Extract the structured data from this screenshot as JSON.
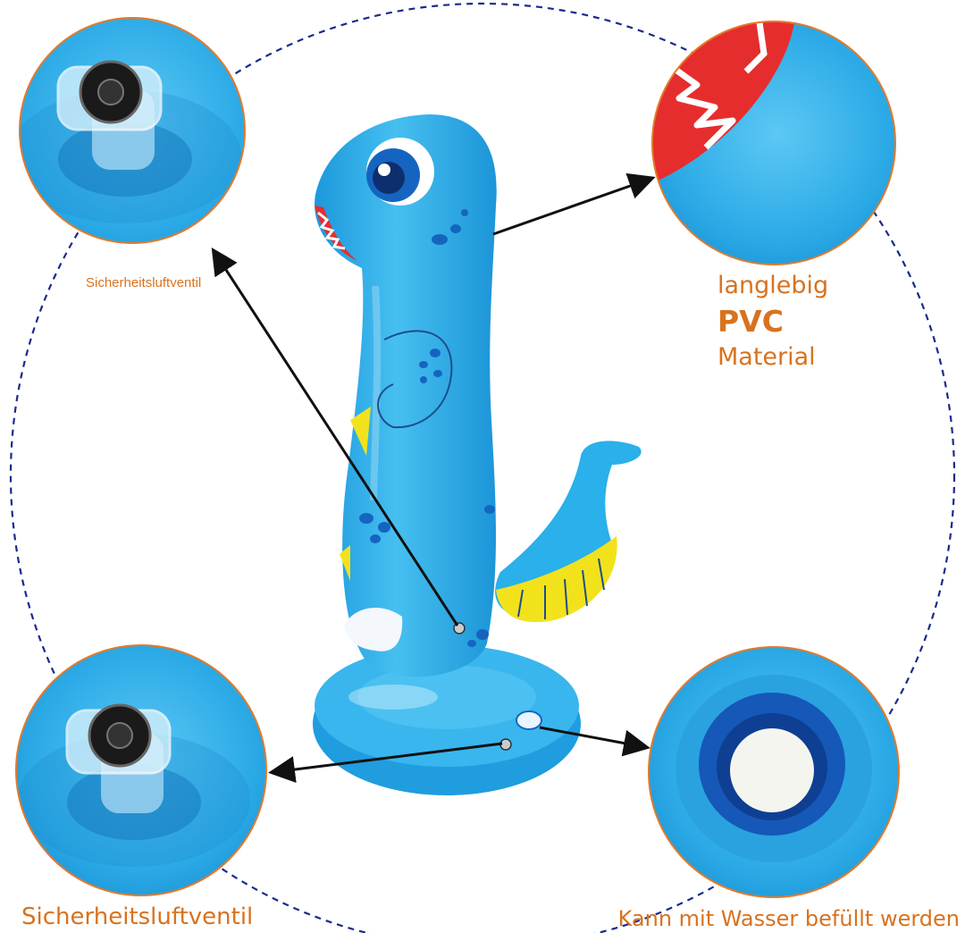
{
  "labels": {
    "valve_top": "Sicherheitsluftventil",
    "durable": "langlebig",
    "pvc": "PVC",
    "material": "Material",
    "valve_bottom": "Sicherheitsluftventil",
    "water": "Kann mit Wasser befüllt werden"
  },
  "colors": {
    "accent_text": "#d8721f",
    "toy_blue": "#2eaee8",
    "toy_dark_blue": "#1565c0",
    "toy_yellow": "#f2e21c",
    "circle_outline": "#e27a2a",
    "dashed_ring": "#1a2b8c",
    "arrow": "#111111"
  },
  "icons": {
    "valve": "air-valve-icon",
    "teeth": "dino-teeth-icon",
    "water_plug": "water-plug-icon"
  }
}
